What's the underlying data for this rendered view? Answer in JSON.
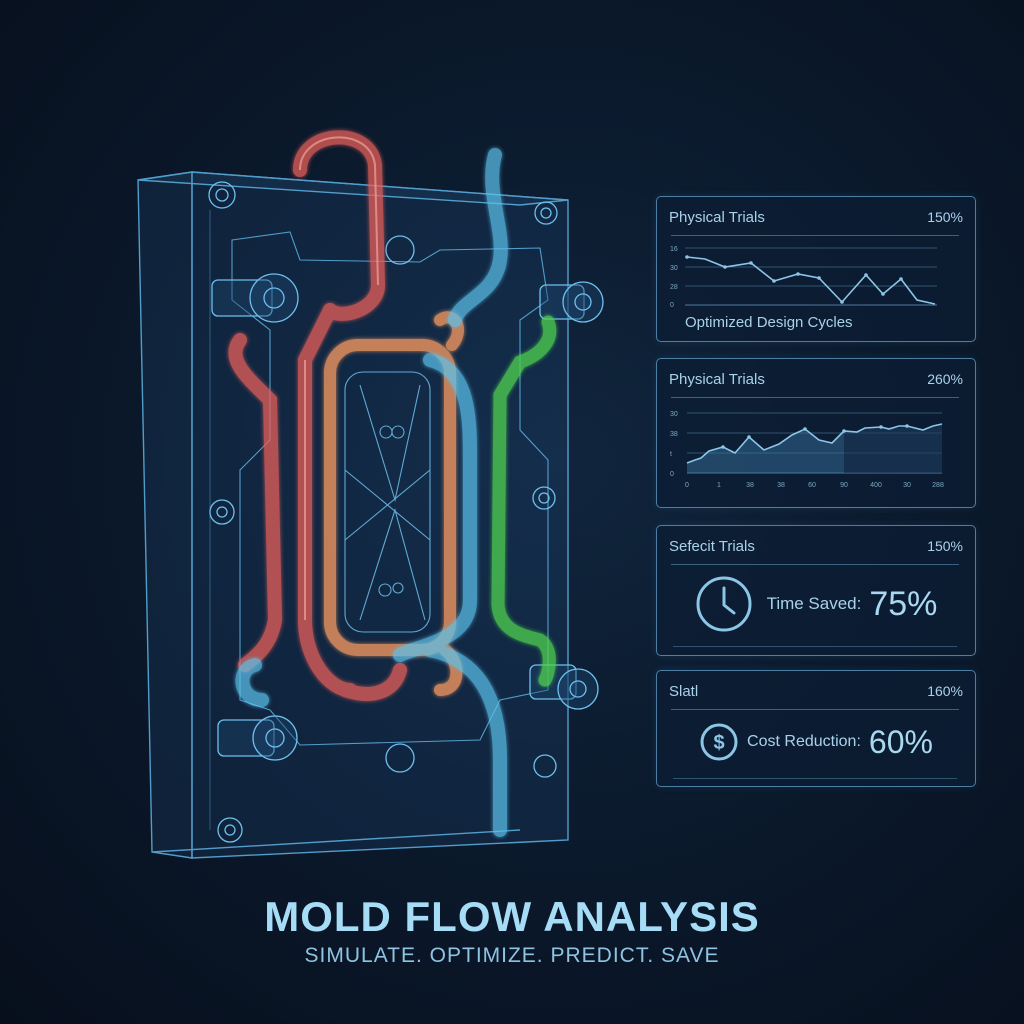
{
  "hero": {
    "title": "MOLD FLOW ANALYSIS",
    "subtitle": "SIMULATE. OPTIMIZE. PREDICT. SAVE"
  },
  "illustration": {
    "subject": "transparent wireframe mold block with colored flow channels",
    "channel_colors": {
      "red": "#e8605a",
      "orange": "#f0965e",
      "blue": "#5cc3ee",
      "green": "#4fd34f",
      "wireframe": "#5fb4e6"
    }
  },
  "panels": [
    {
      "title": "Physical Trials",
      "percent": "150%",
      "footer": "Optimized Design Cycles",
      "y_ticks": [
        "16",
        "30",
        "28",
        "0"
      ]
    },
    {
      "title": "Physical Trials",
      "percent": "260%",
      "y_ticks": [
        "30",
        "38",
        "t",
        "0"
      ],
      "x_ticks": [
        "0",
        "1",
        "38",
        "38",
        "60",
        "90",
        "400",
        "30",
        "288"
      ]
    },
    {
      "title": "Sefecit Trials",
      "percent": "150%",
      "icon": "clock-icon",
      "metric_label": "Time Saved:",
      "metric_value": "75%"
    },
    {
      "title": "Slatl",
      "percent": "160%",
      "icon": "dollar-icon",
      "metric_label": "Cost Reduction:",
      "metric_value": "60%"
    }
  ],
  "colors": {
    "background": "#0b1a2d",
    "panel_border": "#4d7fa3",
    "text": "#a9d2ea",
    "line": "#8cc6e6"
  },
  "chart_data": [
    {
      "type": "line",
      "title": "Physical Trials",
      "subtitle": "150%",
      "xlabel": "Optimized Design Cycles",
      "ylabel": "",
      "y_tick_labels": [
        "0",
        "28",
        "30",
        "16"
      ],
      "grid": true,
      "x": [
        1,
        2,
        3,
        4,
        5,
        6,
        7,
        8,
        9,
        10,
        11,
        12,
        13
      ],
      "values": [
        88,
        85,
        68,
        77,
        45,
        55,
        49,
        12,
        55,
        24,
        48,
        8,
        3
      ],
      "ylim": [
        0,
        100
      ]
    },
    {
      "type": "area",
      "title": "Physical Trials",
      "subtitle": "260%",
      "x_tick_labels": [
        "0",
        "1",
        "38",
        "38",
        "60",
        "90",
        "400",
        "30",
        "288"
      ],
      "y_tick_labels": [
        "0",
        "t",
        "38",
        "30"
      ],
      "grid": true,
      "values": [
        15,
        20,
        38,
        45,
        35,
        48,
        66,
        50,
        40,
        52,
        70,
        80,
        58,
        52,
        75,
        74,
        82,
        84,
        81,
        86,
        84,
        86,
        78,
        84,
        88
      ],
      "ylim": [
        0,
        100
      ]
    }
  ]
}
